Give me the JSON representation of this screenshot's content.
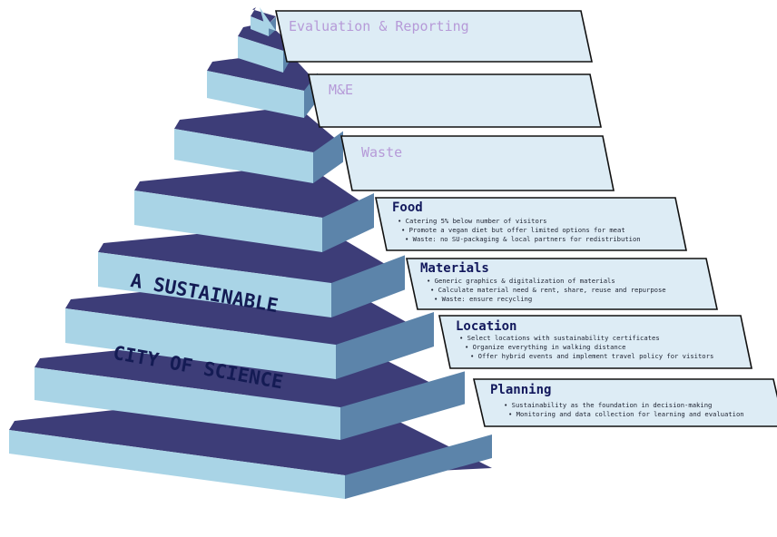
{
  "pyramid": {
    "slogan_line_1": "A SUSTAINABLE",
    "slogan_line_2": "CITY OF SCIENCE"
  },
  "colors": {
    "tier_face": "#a9d4e6",
    "tier_dark": "#5c84aa",
    "tier_shadow": "#3d3d78",
    "panel_fill": "#ddecf5",
    "panel_stroke": "#111111",
    "slogan_text": "#141b54"
  },
  "layers": [
    {
      "title": "Evaluation & Reporting",
      "bullets": []
    },
    {
      "title": "M&E",
      "bullets": []
    },
    {
      "title": "Waste",
      "bullets": []
    },
    {
      "title": "Food",
      "bullets": [
        "Catering 5% below number of visitors",
        "Promote a vegan diet but offer limited options for meat",
        "Waste: no SU-packaging & local partners for redistribution"
      ]
    },
    {
      "title": "Materials",
      "bullets": [
        "Generic graphics & digitalization of materials",
        "Calculate material need & rent, share, reuse and repurpose",
        "Waste: ensure recycling"
      ]
    },
    {
      "title": "Location",
      "bullets": [
        "Select locations with sustainability certificates",
        "Organize everything in walking distance",
        "Offer hybrid events and implement travel policy for visitors"
      ]
    },
    {
      "title": "Planning",
      "bullets": [
        "Sustainability as the foundation in decision-making",
        "Monitoring and data collection for learning and evaluation"
      ]
    }
  ]
}
